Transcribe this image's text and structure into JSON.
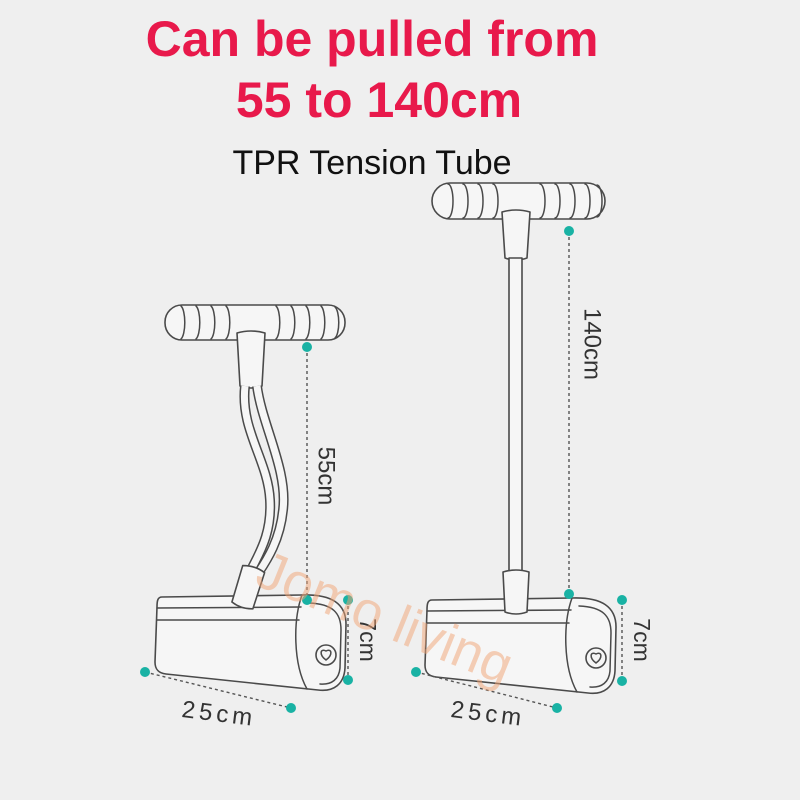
{
  "headline": {
    "line1": "Can be pulled from",
    "line2": "55 to 140cm"
  },
  "subtitle": "TPR Tension Tube",
  "left_stick": {
    "height_label": "55cm",
    "base_height_label": "7cm",
    "base_length_label": "25cm"
  },
  "right_stick": {
    "height_label": "140cm",
    "base_height_label": "7cm",
    "base_length_label": "25cm"
  },
  "watermark": "Jomo living",
  "colors": {
    "background": "#efefef",
    "headline": "#e8194b",
    "line_art": "#4a4a4a",
    "dimension_dot": "#19b2a4",
    "watermark": "#f2a474"
  }
}
